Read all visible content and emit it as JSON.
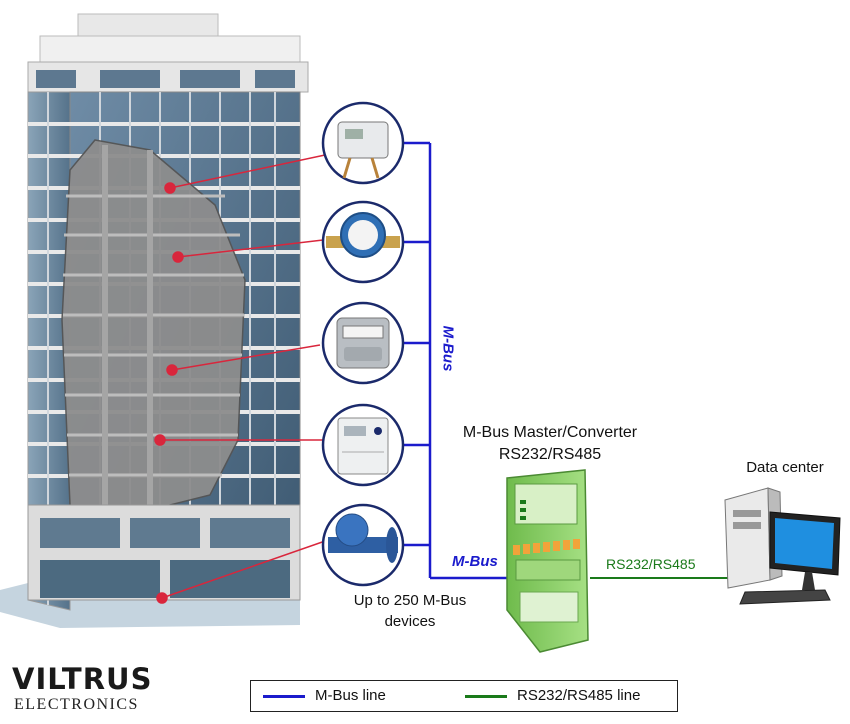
{
  "brand": {
    "name": "VILTRUS",
    "sub": "ELECTRONICS"
  },
  "labels": {
    "master_line1": "M-Bus Master/Converter",
    "master_line2": "RS232/RS485",
    "devices": "Up to 250 M-Bus devices",
    "data_center": "Data center",
    "rs_link": "RS232/RS485",
    "mbus_horizontal": "M-Bus",
    "mbus_vertical": "M-Bus"
  },
  "legend": {
    "mbus": {
      "label": "M-Bus line",
      "color": "#1b1bcc"
    },
    "rs": {
      "label": "RS232/RS485 line",
      "color": "#1a7a1a"
    }
  },
  "colors": {
    "mbus": "#1b1bcc",
    "rs": "#1a7a1a",
    "pointer": "#d9263c",
    "converter": "#8fd16a"
  },
  "devices": [
    {
      "name": "heat-meter",
      "icon": "heat-meter-icon"
    },
    {
      "name": "water-meter",
      "icon": "water-meter-icon"
    },
    {
      "name": "gas-meter",
      "icon": "gas-meter-icon"
    },
    {
      "name": "electricity-meter",
      "icon": "electricity-meter-icon"
    },
    {
      "name": "large-water-meter",
      "icon": "large-water-meter-icon"
    }
  ]
}
